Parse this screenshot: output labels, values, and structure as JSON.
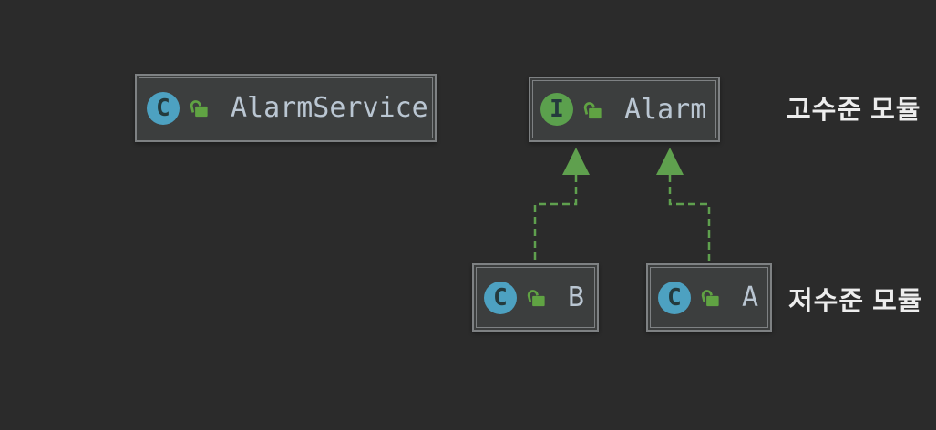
{
  "diagram": {
    "nodes": [
      {
        "id": "alarm_service",
        "label": "AlarmService",
        "kind": "class",
        "badge_letter": "C",
        "modifier_icon": "unlocked-public"
      },
      {
        "id": "alarm",
        "label": "Alarm",
        "kind": "interface",
        "badge_letter": "I",
        "modifier_icon": "unlocked-public"
      },
      {
        "id": "b",
        "label": "B",
        "kind": "class",
        "badge_letter": "C",
        "modifier_icon": "unlocked-public"
      },
      {
        "id": "a",
        "label": "A",
        "kind": "class",
        "badge_letter": "C",
        "modifier_icon": "unlocked-public"
      }
    ],
    "edges": [
      {
        "from": "B",
        "to": "Alarm",
        "type": "implements",
        "style": "dashed-green-arrow"
      },
      {
        "from": "A",
        "to": "Alarm",
        "type": "implements",
        "style": "dashed-green-arrow"
      }
    ],
    "annotations": [
      {
        "id": "high_level",
        "text": "고수준 모듈"
      },
      {
        "id": "low_level",
        "text": "저수준 모듈"
      }
    ]
  },
  "colors": {
    "bg": "#2b2b2b",
    "node_fill": "#3c3e3e",
    "node_border": "#7e8183",
    "label_text": "#bac6d2",
    "annotation_text": "#ededed",
    "class_icon_blue": "#4da1c1",
    "interface_icon_green": "#5ba04d",
    "lock_green": "#60a343",
    "edge_green": "#5fa04e",
    "badge_letter": "#243a3d"
  }
}
